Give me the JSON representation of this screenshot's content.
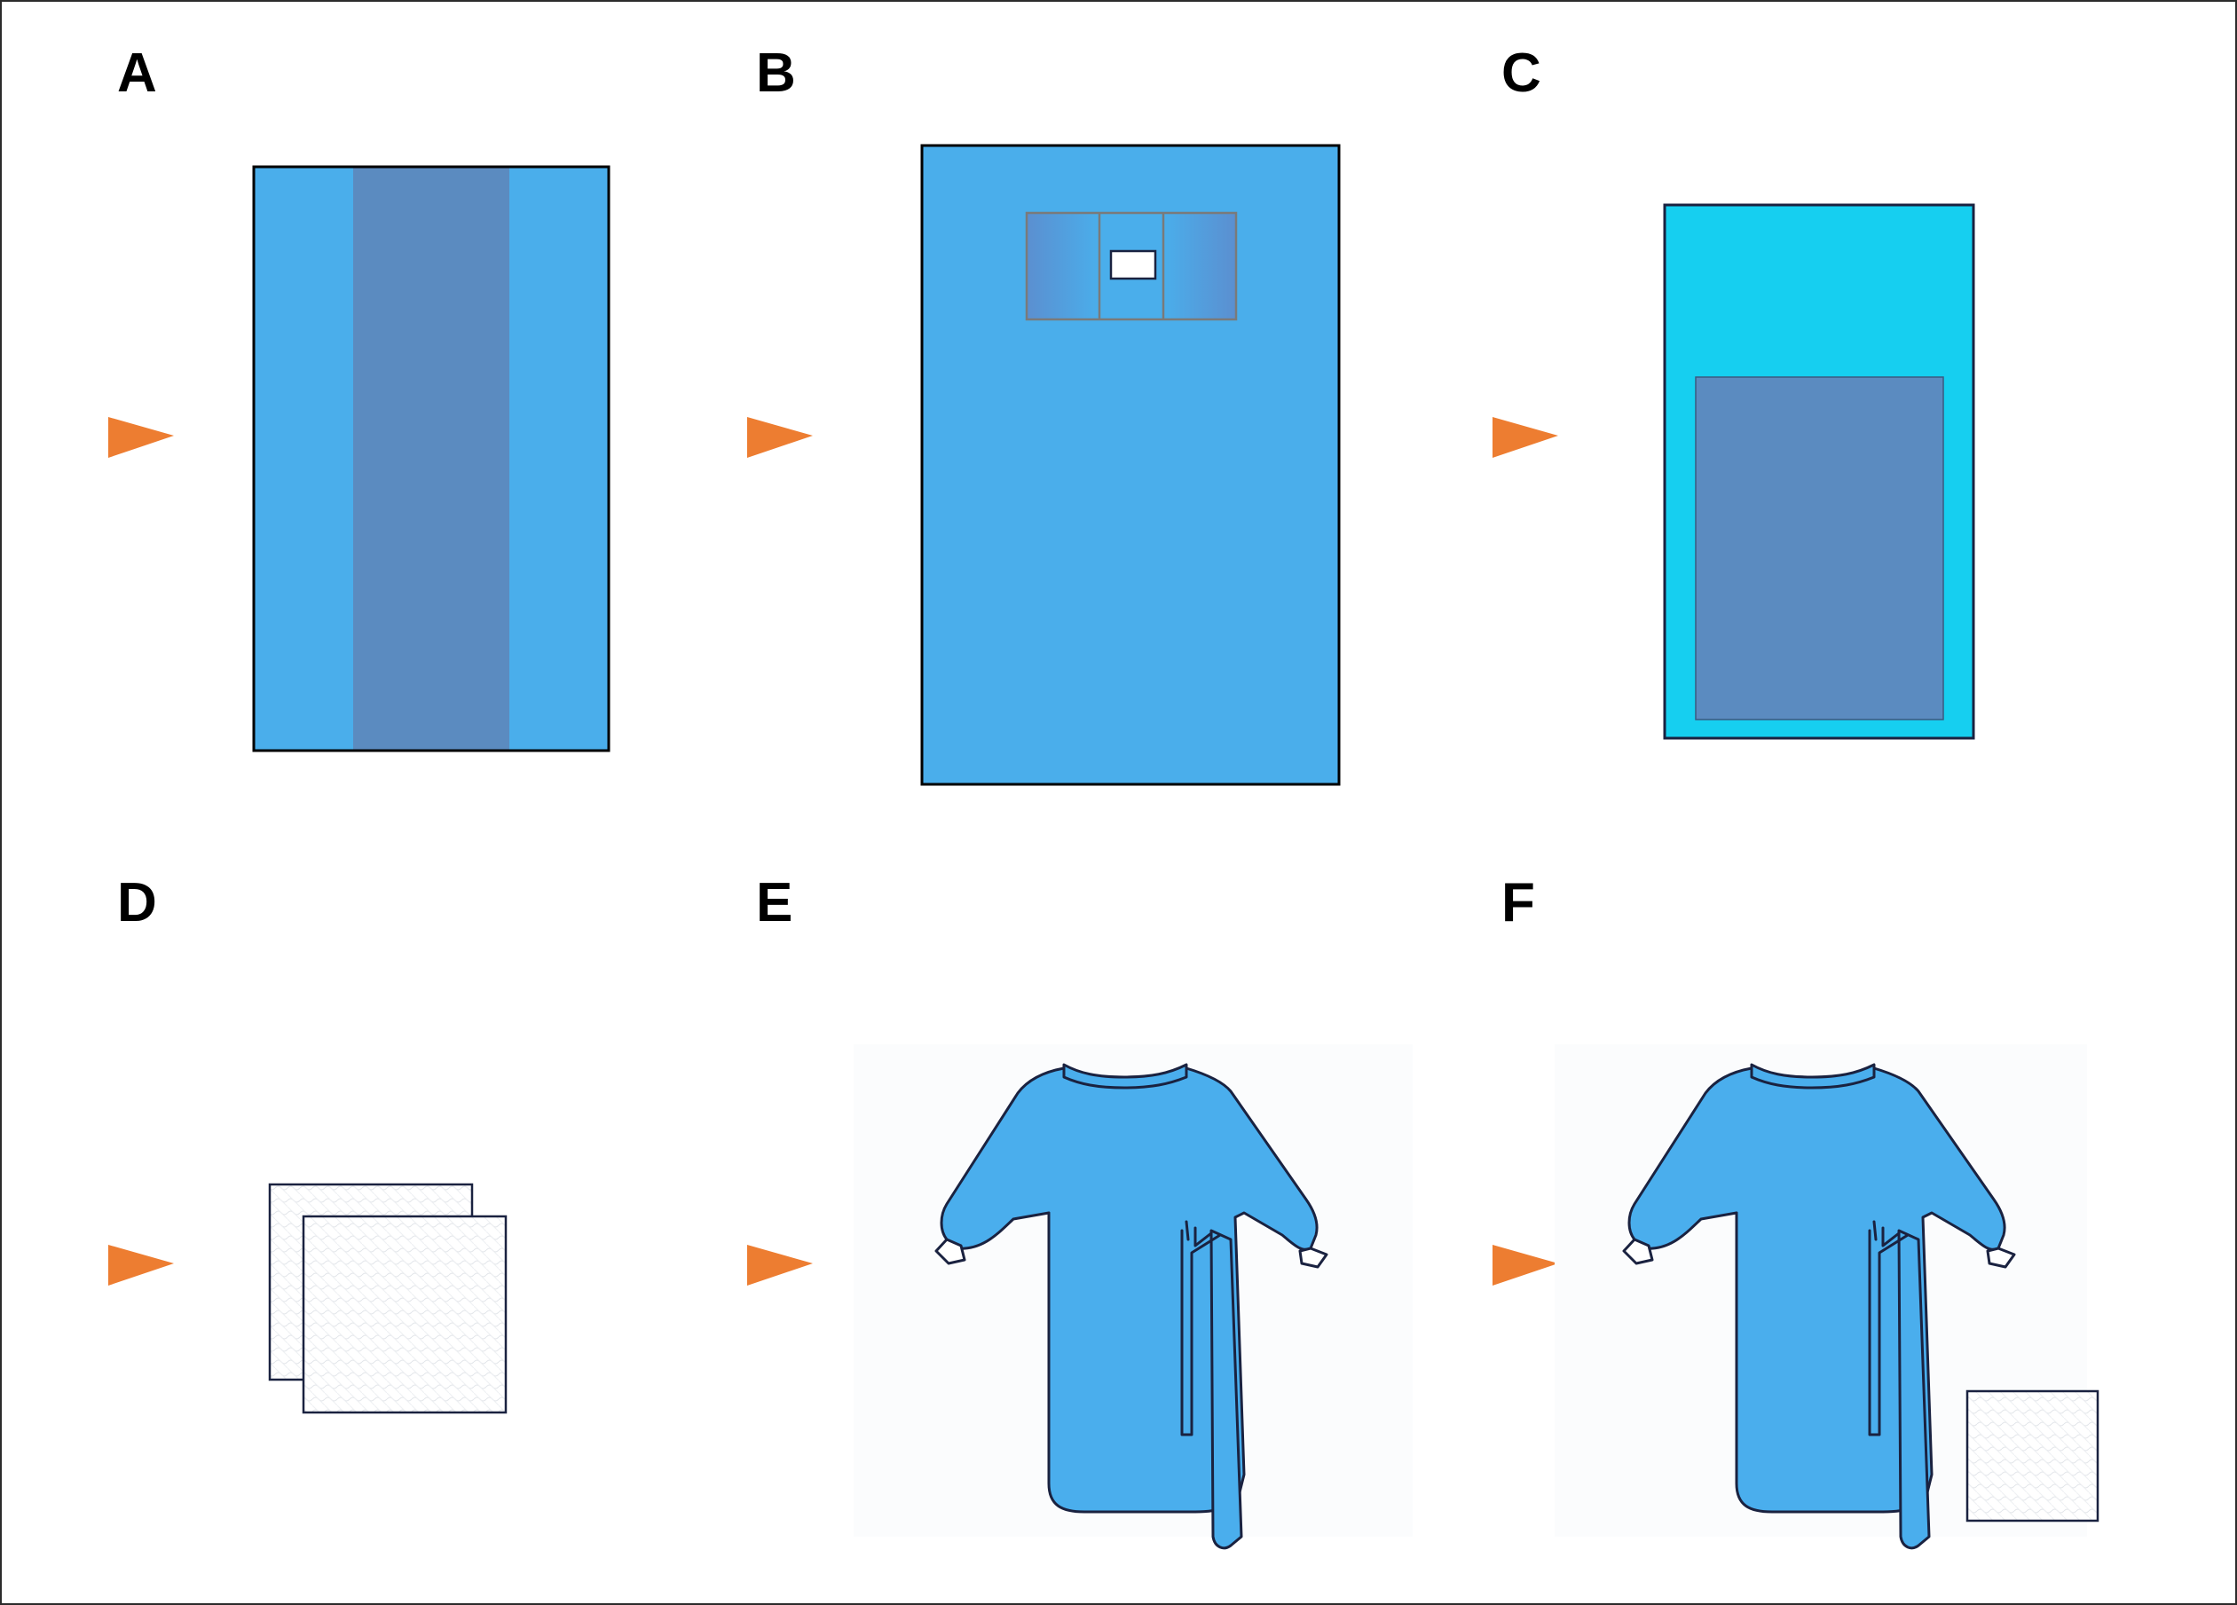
{
  "panels": [
    {
      "letter": "A",
      "item": "drape-with-center-strip"
    },
    {
      "letter": "B",
      "item": "drape-with-fenestration"
    },
    {
      "letter": "C",
      "item": "drape-with-inner-panel"
    },
    {
      "letter": "D",
      "item": "two-absorbent-towels"
    },
    {
      "letter": "E",
      "item": "surgical-gown"
    },
    {
      "letter": "F",
      "item": "surgical-gown-with-towel"
    }
  ],
  "colors": {
    "drape_blue": "#4aaeeb",
    "drape_dark_strip": "#5b8bc0",
    "drape_cyan": "#16cff0",
    "gown_blue": "#4aaeed",
    "arrow_orange": "#ed7d31",
    "outline": "#1a2240",
    "towel_white": "#ffffff"
  },
  "icons": [
    "orange-pointer-arrow",
    "drape",
    "towel",
    "gown"
  ]
}
